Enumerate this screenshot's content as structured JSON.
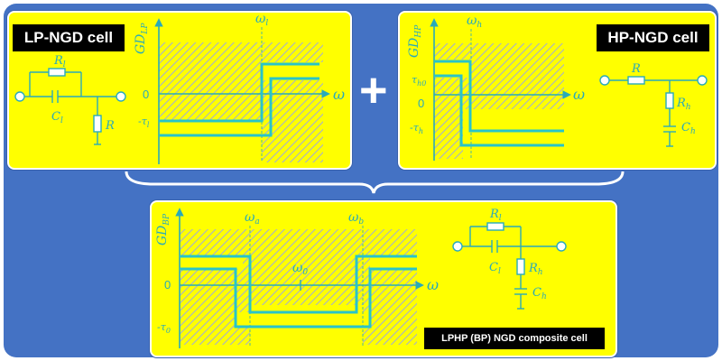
{
  "colors": {
    "background": "#4472c4",
    "panel": "#ffff00",
    "curve": "#29c4c9",
    "hatch": "#a8b2c8",
    "label_bg": "#000000",
    "label_text": "#ffffff"
  },
  "lp_panel": {
    "title": "LP-NGD cell",
    "y_axis": "GD",
    "y_axis_sub": "LP",
    "x_axis": "ω",
    "cutoff": "ω",
    "cutoff_sub": "l",
    "zero": "0",
    "level": "-τ",
    "level_sub": "l",
    "r1": "R",
    "r1_sub": "l",
    "c1": "C",
    "c1_sub": "l",
    "r_shunt": "R"
  },
  "plus": "+",
  "hp_panel": {
    "title": "HP-NGD cell",
    "y_axis": "GD",
    "y_axis_sub": "HP",
    "x_axis": "ω",
    "cutoff": "ω",
    "cutoff_sub": "h",
    "zero": "0",
    "level_pos": "τ",
    "level_pos_sub": "h0",
    "level_neg": "-τ",
    "level_neg_sub": "h",
    "r_series": "R",
    "r_shunt": "R",
    "r_shunt_sub": "h",
    "c_shunt": "C",
    "c_shunt_sub": "h"
  },
  "bp_panel": {
    "title": "LPHP (BP) NGD composite cell",
    "y_axis": "GD",
    "y_axis_sub": "BP",
    "x_axis": "ω",
    "cutoff_a": "ω",
    "cutoff_a_sub": "a",
    "cutoff_b": "ω",
    "cutoff_b_sub": "b",
    "center": "ω",
    "center_sub": "0",
    "zero": "0",
    "level": "-τ",
    "level_sub": "0",
    "r1": "R",
    "r1_sub": "l",
    "c1": "C",
    "c1_sub": "l",
    "r_shunt": "R",
    "r_shunt_sub": "h",
    "c_shunt": "C",
    "c_shunt_sub": "h"
  }
}
